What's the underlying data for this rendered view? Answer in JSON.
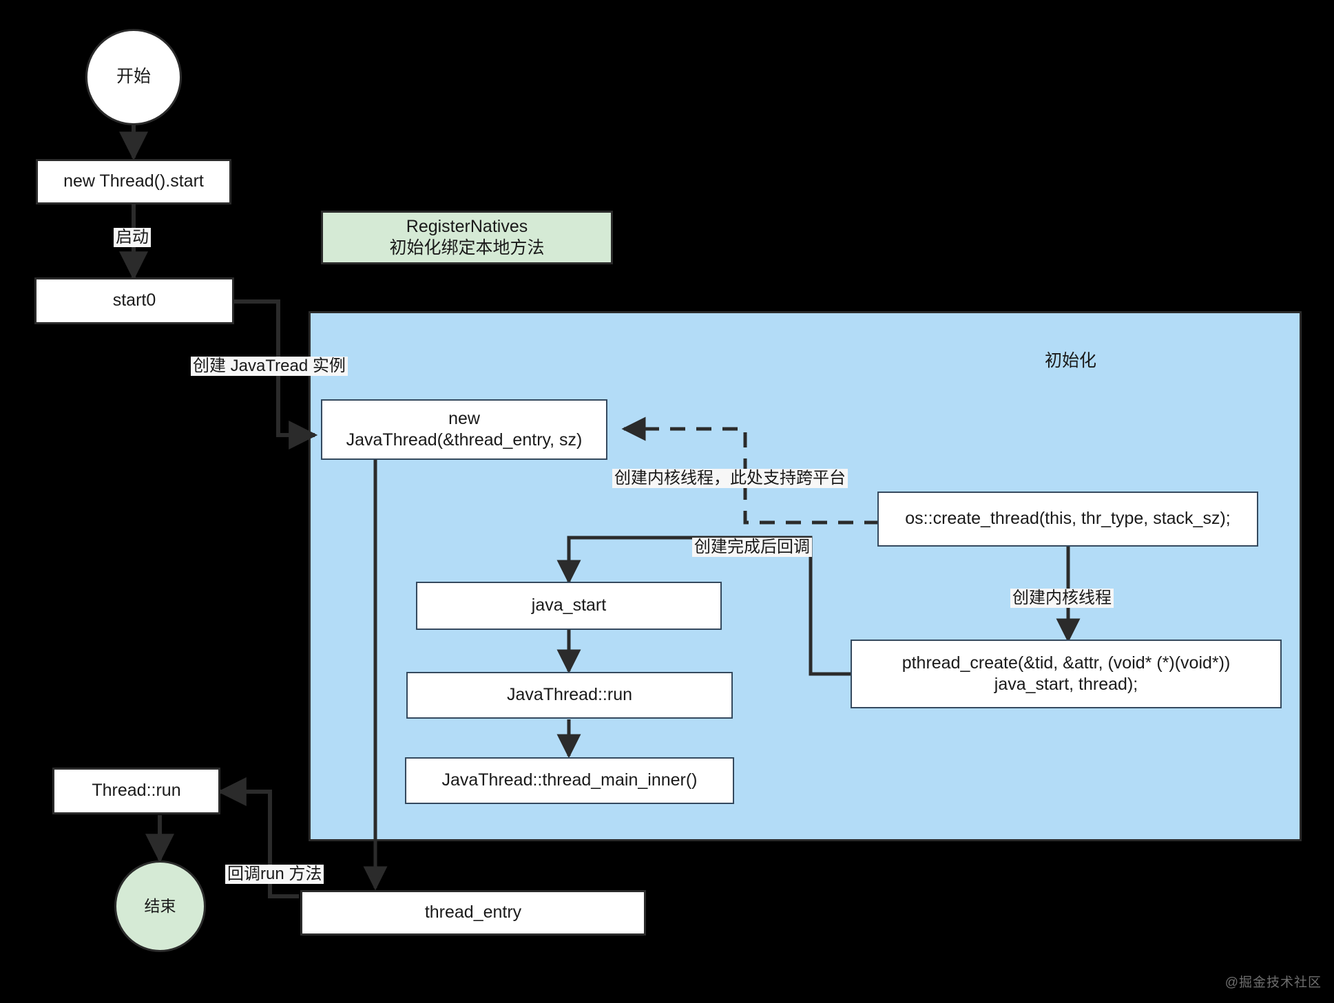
{
  "diagram": {
    "title": "Java Thread start flow (JVM native)",
    "background_color": "#000000",
    "watermark": "@掘金技术社区",
    "colors": {
      "node_fill": "#ffffff",
      "node_stroke": "#2b2b2b",
      "green_fill": "#d5ead5",
      "blue_container_fill": "#b3dcf7",
      "label_bg": "#f7f7f7",
      "text": "#1a1a1a"
    }
  },
  "nodes": {
    "start": {
      "label": "开始",
      "shape": "circle"
    },
    "new_thread_start": {
      "label": "new Thread().start",
      "shape": "rect"
    },
    "start0": {
      "label": "start0",
      "shape": "rect"
    },
    "register_natives": {
      "label": "RegisterNatives\n初始化绑定本地方法",
      "shape": "rect-green"
    },
    "new_javathread": {
      "label": "new\nJavaThread(&thread_entry, sz)",
      "shape": "rect"
    },
    "os_create_thread": {
      "label": "os::create_thread(this, thr_type, stack_sz);",
      "shape": "rect"
    },
    "pthread_create": {
      "label": "pthread_create(&tid, &attr, (void* (*)(void*))\njava_start, thread);",
      "shape": "rect"
    },
    "java_start": {
      "label": "java_start",
      "shape": "rect"
    },
    "javathread_run": {
      "label": "JavaThread::run",
      "shape": "rect"
    },
    "thread_main_inner": {
      "label": "JavaThread::thread_main_inner()",
      "shape": "rect"
    },
    "thread_entry": {
      "label": "thread_entry",
      "shape": "rect"
    },
    "thread_run": {
      "label": "Thread::run",
      "shape": "rect"
    },
    "end": {
      "label": "结束",
      "shape": "circle-green"
    }
  },
  "container": {
    "init": {
      "title": "初始化",
      "fill": "#b3dcf7"
    }
  },
  "edge_labels": {
    "qidong": "启动",
    "create_javathread_instance": "创建 JavaTread 实例",
    "create_kernel_thread_cross_platform": "创建内核线程，此处支持跨平台",
    "create_kernel_thread": "创建内核线程",
    "callback_after_create": "创建完成后回调",
    "callback_run_method": "回调run 方法"
  },
  "chart_data": {
    "type": "diagram",
    "flow": [
      {
        "from": "start",
        "to": "new_thread_start",
        "label": ""
      },
      {
        "from": "new_thread_start",
        "to": "start0",
        "label": "启动"
      },
      {
        "from": "start0",
        "to": "new_javathread",
        "label": "创建 JavaTread 实例"
      },
      {
        "from": "new_javathread",
        "to": "os_create_thread",
        "label": "创建内核线程，此处支持跨平台",
        "style": "dashed-bidirectional"
      },
      {
        "from": "os_create_thread",
        "to": "pthread_create",
        "label": "创建内核线程"
      },
      {
        "from": "pthread_create",
        "to": "java_start",
        "label": "创建完成后回调"
      },
      {
        "from": "java_start",
        "to": "javathread_run",
        "label": ""
      },
      {
        "from": "javathread_run",
        "to": "thread_main_inner",
        "label": ""
      },
      {
        "from": "new_javathread",
        "to": "thread_entry",
        "label": ""
      },
      {
        "from": "thread_entry",
        "to": "thread_run",
        "label": "回调run 方法"
      },
      {
        "from": "thread_run",
        "to": "end",
        "label": ""
      }
    ]
  }
}
